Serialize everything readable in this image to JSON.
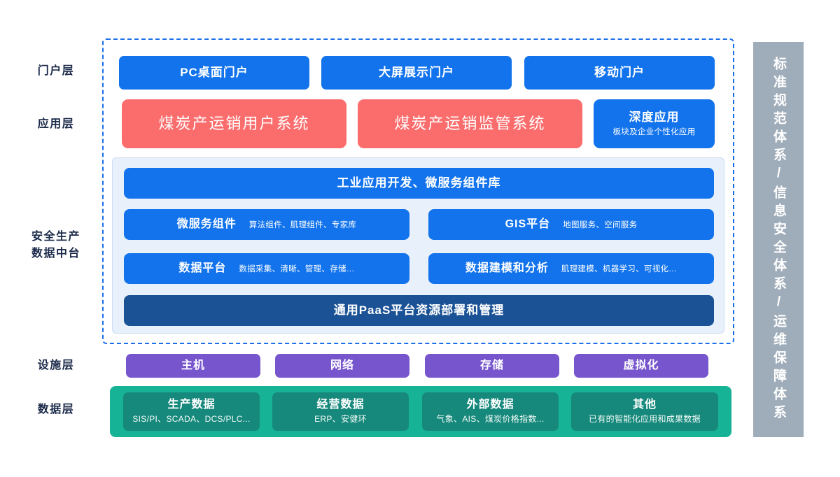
{
  "diagram": {
    "title": "安全生产数据中台架构图",
    "colors": {
      "blue": "#1273ec",
      "red": "#fb6d6d",
      "dark_blue": "#1b5295",
      "purple": "#7655cd",
      "teal": "#17b397",
      "teal_dark": "#17897c",
      "gray": "#9facb9",
      "panel_bg": "#e7f0fb",
      "dashed_border": "#1c6fe8",
      "label_text": "#1b2a4a"
    }
  },
  "row_labels": [
    {
      "id": "portal",
      "text": "门户层"
    },
    {
      "id": "application",
      "text": "应用层"
    },
    {
      "id": "platform_line1",
      "text": "安全生产"
    },
    {
      "id": "platform_line2",
      "text": "数据中台"
    },
    {
      "id": "facility",
      "text": "设施层"
    },
    {
      "id": "data",
      "text": "数据层"
    }
  ],
  "portal_layer": {
    "items": [
      {
        "label": "PC桌面门户"
      },
      {
        "label": "大屏展示门户"
      },
      {
        "label": "移动门户"
      }
    ]
  },
  "application_layer": {
    "items": [
      {
        "label": "煤炭产运销用户系统",
        "sub": ""
      },
      {
        "label": "煤炭产运销监管系统",
        "sub": ""
      }
    ],
    "deep_application": {
      "label": "深度应用",
      "sub": "板块及企业个性化应用"
    }
  },
  "platform_layer": {
    "header": {
      "label": "工业应用开发、微服务组件库"
    },
    "modules": [
      {
        "label": "微服务组件",
        "sub": "算法组件、肌理组件、专家库"
      },
      {
        "label": "GIS平台",
        "sub": "地图服务、空间服务"
      },
      {
        "label": "数据平台",
        "sub": "数据采集、清晰、管理、存储…"
      },
      {
        "label": "数据建模和分析",
        "sub": "肌理建模、机器学习、可视化…"
      }
    ],
    "footer": {
      "label": "通用PaaS平台资源部署和管理"
    }
  },
  "facility_layer": {
    "items": [
      {
        "label": "主机"
      },
      {
        "label": "网络"
      },
      {
        "label": "存储"
      },
      {
        "label": "虚拟化"
      }
    ]
  },
  "data_layer": {
    "items": [
      {
        "label": "生产数据",
        "sub": "SIS/PI、SCADA、DCS/PLC..."
      },
      {
        "label": "经营数据",
        "sub": "ERP、安健环"
      },
      {
        "label": "外部数据",
        "sub": "气象、AIS、煤炭价格指数..."
      },
      {
        "label": "其他",
        "sub": "已有的智能化应用和成果数据"
      }
    ]
  },
  "side_bar": {
    "text": "标准规范体系/信息安全体系/运维保障体系"
  }
}
